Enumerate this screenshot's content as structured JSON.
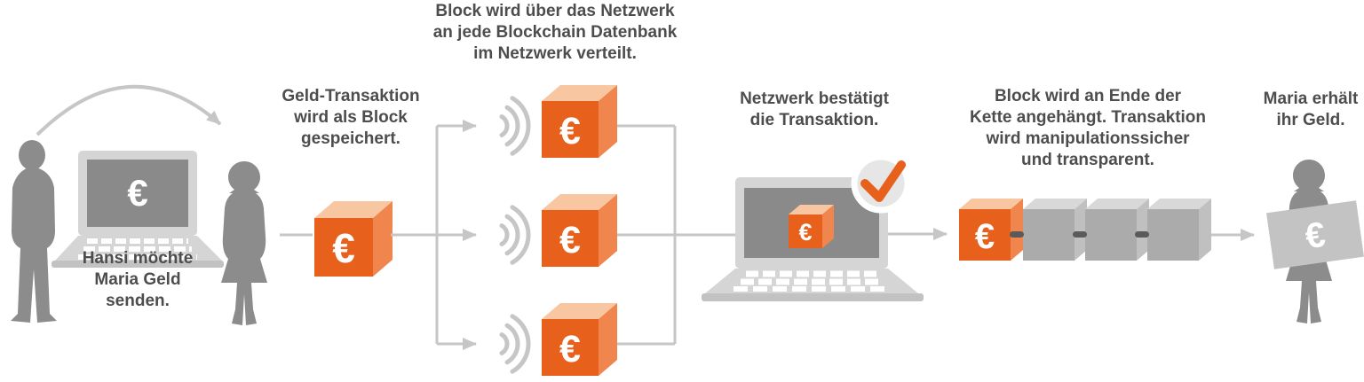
{
  "euro": "€",
  "captions": {
    "send": "Hansi möchte\nMaria Geld\nsenden.",
    "store": "Geld-Transaktion\nwird als Block\ngespeichert.",
    "distribute": "Block wird über das Netzwerk\nan jede Blockchain Datenbank\nim Netzwerk verteilt.",
    "confirm": "Netzwerk bestätigt\ndie Transaktion.",
    "append": "Block wird an Ende der\nKette angehängt. Transaktion\nwird manipulationssicher\nund transparent.",
    "receive": "Maria erhält\nihr Geld."
  },
  "colors": {
    "orange": "#E8611C",
    "orange-side": "#F0854D",
    "orange-top": "#F8C7A2",
    "text": "#4D4D4D",
    "silhouette": "#8C8C8C",
    "line": "#C6C6C6",
    "screen": "#8A8A8A",
    "bezel": "#D5D5D5",
    "base": "#C2C2C2",
    "cube-front": "#ABABAB",
    "cube-side": "#C0C0C0",
    "cube-top": "#D8D8D8",
    "check-circle": "#E6E6E6",
    "chain-link": "#5A5A5A",
    "banknote": "#C3C3C3"
  }
}
